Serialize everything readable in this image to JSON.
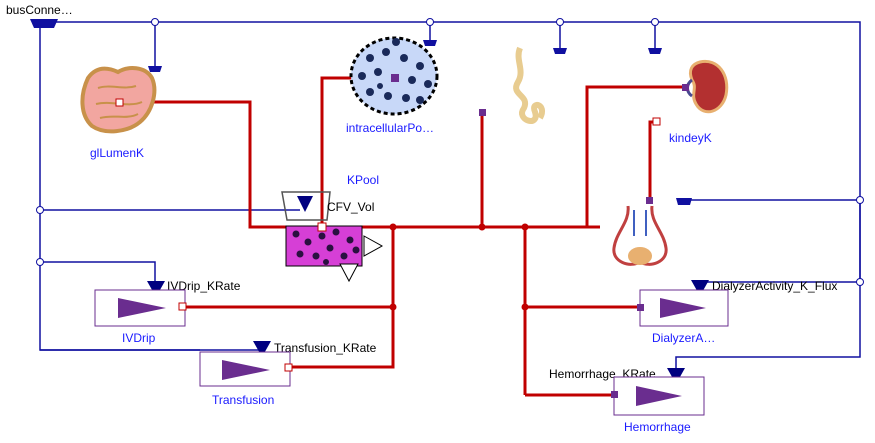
{
  "diagram": {
    "bus_label": "busConne…",
    "components": {
      "gllumen": "glLumenK",
      "intracellular": "intracellularPo…",
      "kidney": "kindeyK",
      "kpool": "KPool",
      "cfv_vol": "CFV_Vol",
      "ivdrip_rate": "IVDrip_KRate",
      "ivdrip": "IVDrip",
      "transfusion_rate": "Transfusion_KRate",
      "transfusion": "Transfusion",
      "dialyzer_rate": "DialyzerActivity_K_Flux",
      "dialyzer": "DialyzerA…",
      "hemorrhage_rate": "Hemorrhage_KRate",
      "hemorrhage": "Hemorrhage"
    },
    "colors": {
      "flow_wire": "#c00000",
      "bus_wire": "#1010a0",
      "source_block": "#6a2d8f",
      "pool_fill": "#d63fd6",
      "cell_fill": "#c8d8f8",
      "label_blue": "#1a1aff"
    }
  }
}
